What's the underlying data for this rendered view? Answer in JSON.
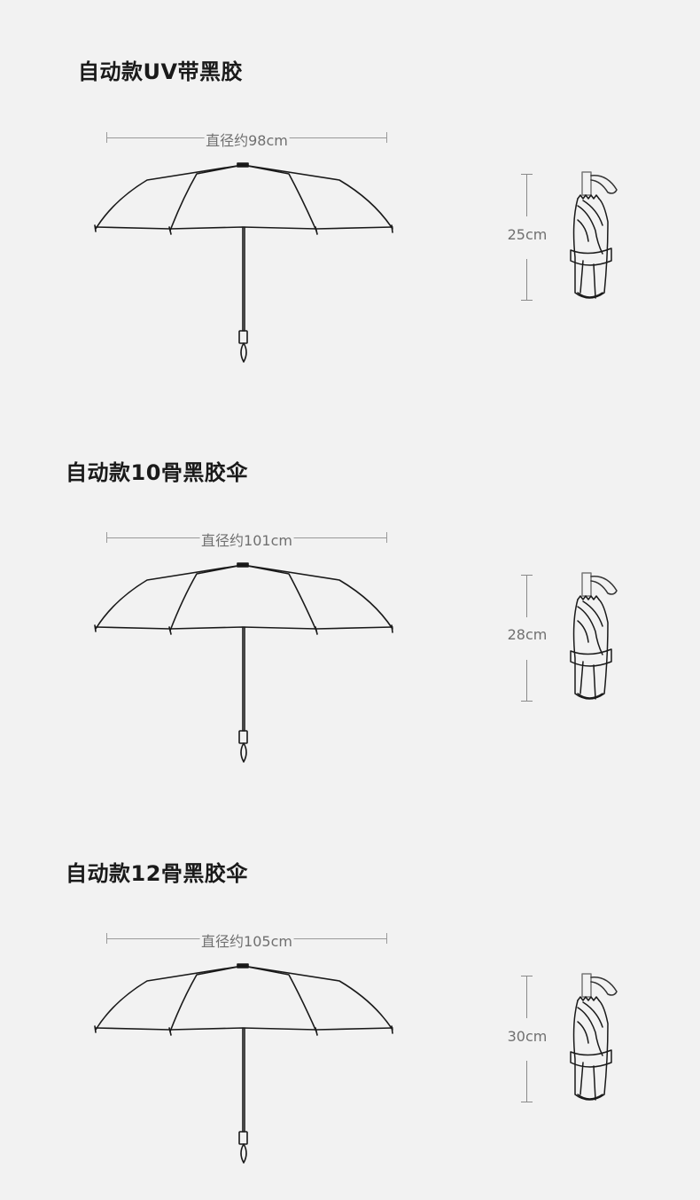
{
  "sections": [
    {
      "title": "自动款UV带黑胶",
      "diameter_label": "直径约98cm",
      "length_label": "25cm"
    },
    {
      "title": "自动款10骨黑胶伞",
      "diameter_label": "直径约101cm",
      "length_label": "28cm"
    },
    {
      "title": "自动款12骨黑胶伞",
      "diameter_label": "直径约105cm",
      "length_label": "30cm"
    }
  ],
  "colors": {
    "background": "#f2f2f2",
    "title_text": "#1a1a1a",
    "measure_text": "#707070",
    "measure_line": "#9a9a9a",
    "outline": "#1a1a1a"
  },
  "icons": [
    "open-umbrella-icon",
    "folded-umbrella-icon"
  ]
}
